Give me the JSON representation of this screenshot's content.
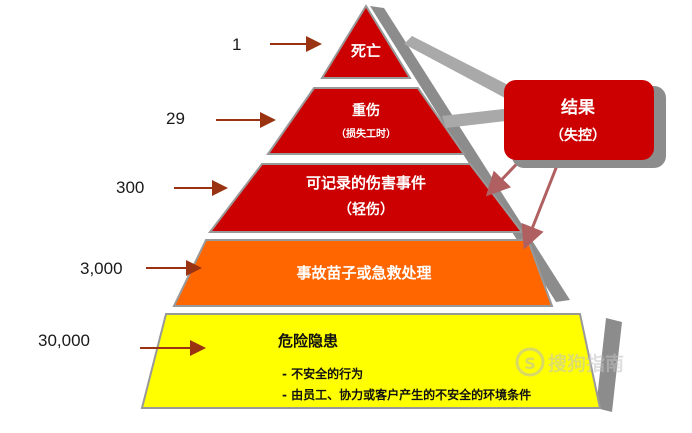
{
  "pyramid": {
    "levels": [
      {
        "count": "1",
        "title": "死亡",
        "subtitle": ""
      },
      {
        "count": "29",
        "title": "重伤",
        "subtitle": "（损失工时）"
      },
      {
        "count": "300",
        "title": "可记录的伤害事件",
        "subtitle": "（轻伤）"
      },
      {
        "count": "3,000",
        "title": "事故苗子或急救处理",
        "subtitle": ""
      },
      {
        "count": "30,000",
        "title": "危险隐患",
        "subtitle": ""
      }
    ],
    "base_bullets": [
      "- 不安全的行为",
      "- 由员工、协力或客户产生的不安全的环境条件"
    ]
  },
  "callout": {
    "line1": "结果",
    "line2": "（失控）"
  },
  "watermark": {
    "brand": "搜狗指南"
  },
  "colors": {
    "red": "#cc0000",
    "orange": "#ff6600",
    "yellow": "#ffff00",
    "arrow": "#993311",
    "shadow": "#8c8c8c",
    "callout": "#cc0000"
  }
}
